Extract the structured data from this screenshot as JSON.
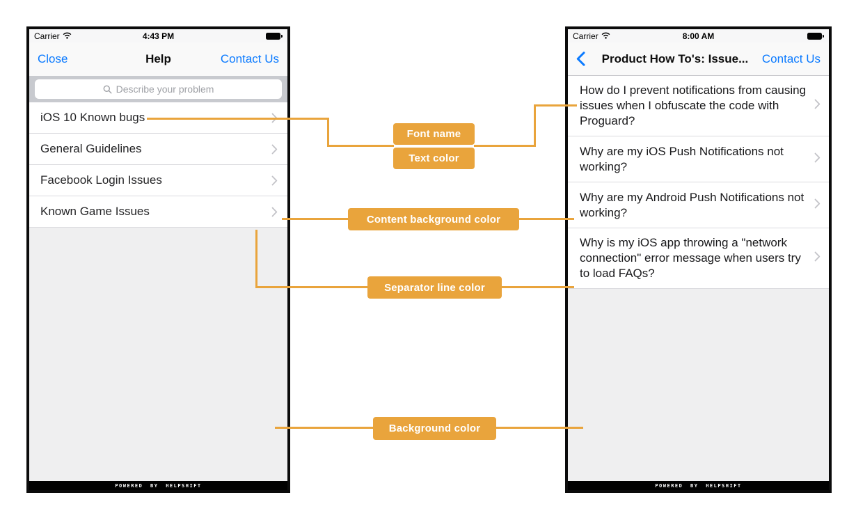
{
  "colors": {
    "accent": "#E9A43C",
    "ios_blue": "#0A7AFF",
    "content_background": "#FFFFFF",
    "separator_line": "#DADADE",
    "background": "#EFEFF0",
    "text": "#1C1C1E"
  },
  "left_phone": {
    "status_bar": {
      "carrier": "Carrier",
      "time": "4:43 PM"
    },
    "nav": {
      "close": "Close",
      "title": "Help",
      "contact": "Contact Us"
    },
    "search": {
      "placeholder": "Describe your problem"
    },
    "list": [
      {
        "label": "iOS 10 Known bugs"
      },
      {
        "label": "General Guidelines"
      },
      {
        "label": "Facebook Login Issues"
      },
      {
        "label": "Known Game Issues"
      }
    ],
    "footer": "POWERED BY HELPSHIFT"
  },
  "right_phone": {
    "status_bar": {
      "carrier": "Carrier",
      "time": "8:00 AM"
    },
    "nav": {
      "title": "Product How To's: Issue...",
      "contact": "Contact Us"
    },
    "list": [
      {
        "label": "How do I prevent notifications from causing issues when I obfuscate the code with Proguard?"
      },
      {
        "label": "Why are my iOS Push Notifications not working?"
      },
      {
        "label": "Why are my Android Push Notifications not working?"
      },
      {
        "label": "Why is my iOS app throwing a \"network connection\" error message when users try to load FAQs?"
      }
    ],
    "footer": "POWERED BY HELPSHIFT"
  },
  "annotations": {
    "badges": [
      {
        "label": "Font name"
      },
      {
        "label": "Text color"
      },
      {
        "label": "Content background color"
      },
      {
        "label": "Separator line color"
      },
      {
        "label": "Background color"
      }
    ]
  }
}
